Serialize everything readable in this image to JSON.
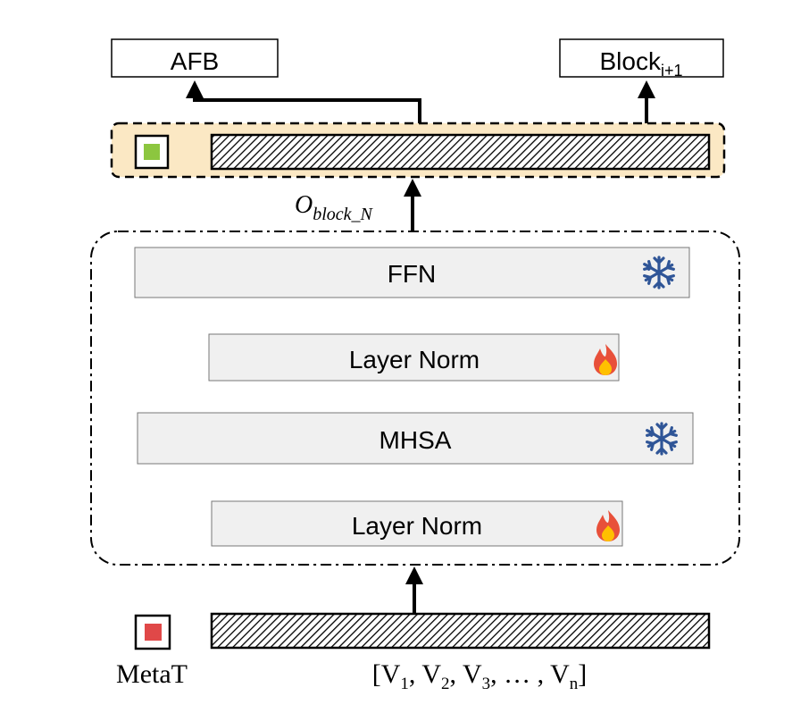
{
  "top_boxes": {
    "afb_label": "AFB",
    "next_block_base": "Block",
    "next_block_sub": "i+1"
  },
  "output_label": {
    "base": "O",
    "sub": "block_N"
  },
  "layers": [
    {
      "label": "FFN",
      "icon": "snowflake-icon",
      "state": "frozen"
    },
    {
      "label": "Layer Norm",
      "icon": "fire-icon",
      "state": "trainable"
    },
    {
      "label": "MHSA",
      "icon": "snowflake-icon",
      "state": "frozen"
    },
    {
      "label": "Layer Norm",
      "icon": "fire-icon",
      "state": "trainable"
    }
  ],
  "input": {
    "meta_label": "MetaT",
    "seq_open": "[V",
    "seq_items": [
      {
        "sub": "1",
        "after": ", V"
      },
      {
        "sub": "2",
        "after": ", V"
      },
      {
        "sub": "3",
        "after": ", … , V"
      },
      {
        "sub": "n",
        "after": "]"
      }
    ]
  },
  "colors": {
    "output_band": "#fbe8c4",
    "meta_token_output": "#8cc63f",
    "meta_token_input": "#e04848",
    "layer_fill": "#f0f0f0",
    "snowflake": "#2f5597",
    "fire_outer": "#e8503a",
    "fire_inner": "#ffc000"
  }
}
